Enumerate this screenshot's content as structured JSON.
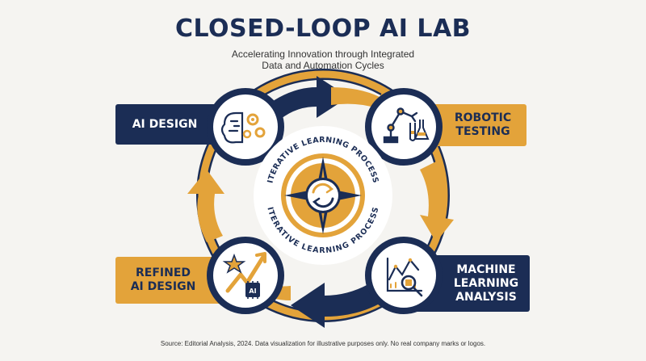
{
  "header": {
    "title": "CLOSED-LOOP AI LAB",
    "subtitle_line1": "Accelerating Innovation through Integrated",
    "subtitle_line2": "Data and Automation Cycles"
  },
  "stages": {
    "ai_design": "AI DESIGN",
    "robotic_testing_1": "ROBOTIC",
    "robotic_testing_2": "TESTING",
    "ml_analysis_1": "MACHINE",
    "ml_analysis_2": "LEARNING",
    "ml_analysis_3": "ANALYSIS",
    "refined_1": "REFINED",
    "refined_2": "AI DESIGN"
  },
  "center": {
    "ring_text": "ITERATIVE LEARNING PROCESS"
  },
  "icons": {
    "chip_label": "AI"
  },
  "colors": {
    "navy": "#1b2d55",
    "gold": "#e3a33a"
  },
  "footer": {
    "source": "Source: Editorial Analysis, 2024. Data visualization for illustrative purposes only. No real company marks or logos."
  }
}
